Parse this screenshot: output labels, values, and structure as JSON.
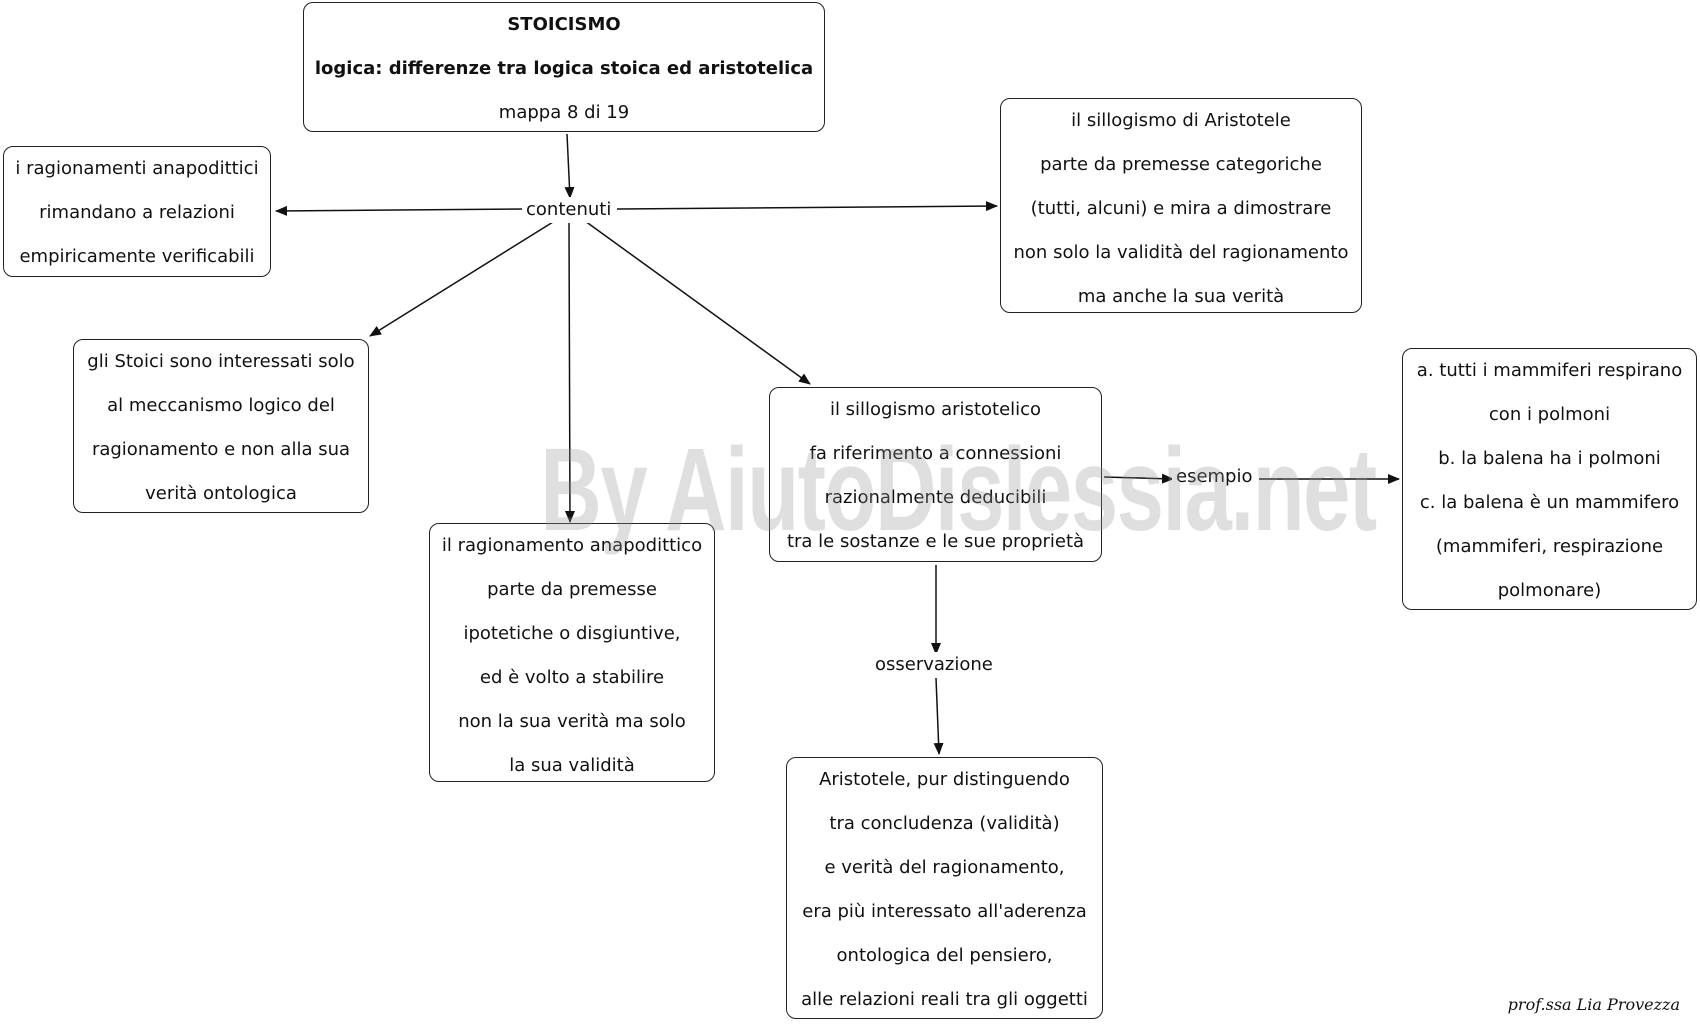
{
  "title_node": {
    "line1": "STOICISMO",
    "line2": "logica: differenze tra logica stoica ed aristotelica",
    "line3": "mappa 8 di 19"
  },
  "link_labels": {
    "contenuti": "contenuti",
    "esempio": "esempio",
    "osservazione": "osservazione"
  },
  "nodes": {
    "anapodittici_relazioni": [
      "i ragionamenti anapodittici",
      "rimandano a relazioni",
      "empiricamente verificabili"
    ],
    "sillogismo_aristotele": [
      "il sillogismo di Aristotele",
      "parte da premesse categoriche",
      "(tutti, alcuni) e mira a dimostrare",
      "non solo la validità del ragionamento",
      "ma anche la sua verità"
    ],
    "stoici_interessati": [
      "gli Stoici sono interessati solo",
      "al meccanismo logico del",
      "ragionamento e non alla sua",
      "verità ontologica"
    ],
    "ragionamento_anapodittico": [
      "il ragionamento anapodittico",
      "parte da premesse",
      "ipotetiche o disgiuntive,",
      "ed è volto a stabilire",
      "non la sua verità ma solo",
      "la sua validità"
    ],
    "sillogismo_aristotelico": [
      "il sillogismo aristotelico",
      "fa riferimento a connessioni",
      "razionalmente deducibili",
      "tra le sostanze e le sue proprietà"
    ],
    "esempio_mammiferi": [
      "a. tutti i mammiferi respirano",
      "con i polmoni",
      "b. la balena ha i polmoni",
      "c. la balena è un mammifero",
      "(mammiferi, respirazione",
      "polmonare)"
    ],
    "aristotele_osservazione": [
      "Aristotele, pur distinguendo",
      "tra concludenza (validità)",
      "e verità del ragionamento,",
      "era più interessato all'aderenza",
      "ontologica del pensiero,",
      "alle relazioni reali tra gli oggetti"
    ]
  },
  "watermark": "By AiutoDislessia.net",
  "signature": "prof.ssa Lia Provezza"
}
